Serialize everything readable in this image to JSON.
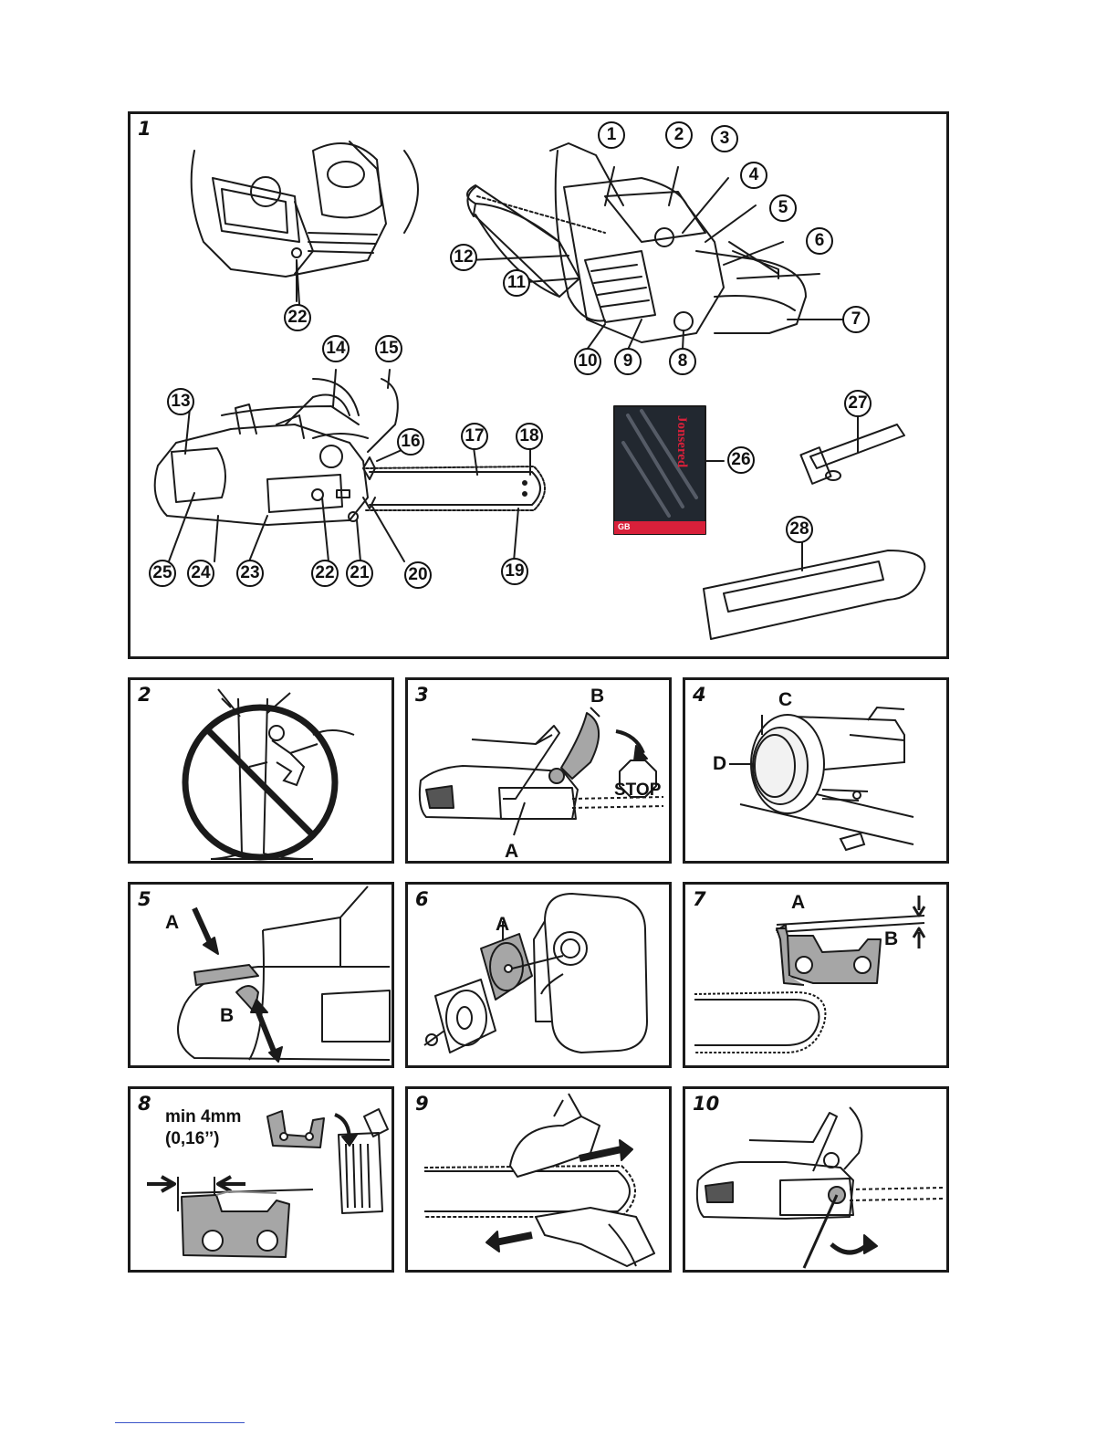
{
  "panels": {
    "p1": {
      "number": "1"
    },
    "p2": {
      "number": "2"
    },
    "p3": {
      "number": "3",
      "labels": {
        "a": "A",
        "b": "B"
      },
      "stop_sign": "STOP"
    },
    "p4": {
      "number": "4",
      "labels": {
        "c": "C",
        "d": "D"
      }
    },
    "p5": {
      "number": "5",
      "labels": {
        "a": "A",
        "b": "B"
      }
    },
    "p6": {
      "number": "6",
      "labels": {
        "a": "A"
      }
    },
    "p7": {
      "number": "7",
      "labels": {
        "a": "A",
        "b": "B"
      }
    },
    "p8": {
      "number": "8",
      "text_line1": "min 4mm",
      "text_line2": "(0,16’’)"
    },
    "p9": {
      "number": "9"
    },
    "p10": {
      "number": "10"
    }
  },
  "callouts": [
    "1",
    "2",
    "3",
    "4",
    "5",
    "6",
    "7",
    "8",
    "9",
    "10",
    "11",
    "12",
    "13",
    "14",
    "15",
    "16",
    "17",
    "18",
    "19",
    "20",
    "21",
    "22",
    "22",
    "23",
    "24",
    "25",
    "26",
    "27",
    "28"
  ],
  "manual_cover": {
    "brand": "Jonsered",
    "flag_label": "GB"
  },
  "colors": {
    "stroke": "#1a1a1a",
    "shade": "#a6a6a6",
    "cover_red": "#d8203a",
    "cover_dark": "#222830"
  }
}
